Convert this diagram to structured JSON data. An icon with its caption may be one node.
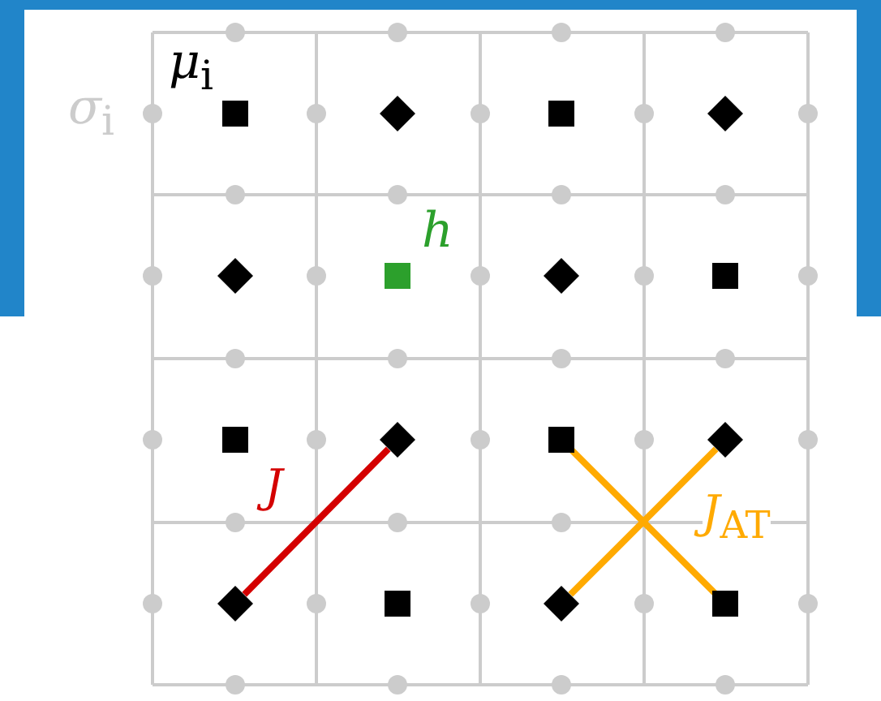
{
  "diagram": {
    "nodes": [
      {
        "text": [],
        "shape": "box"
      },
      {
        "text": [],
        "shape": "diamond"
      },
      {
        "text": [],
        "shape": "box"
      },
      {
        "text": [],
        "shape": "diamond"
      },
      {
        "text": [],
        "shape": "diamond"
      },
      {
        "text": [],
        "shape": "box",
        "beside": [
          "*h*"
        ]
      },
      {
        "text": [],
        "shape": "diamond"
      },
      {
        "text": [],
        "shape": "box"
      },
      {
        "text": [],
        "shape": "box"
      },
      {
        "text": [],
        "shape": "diamond"
      },
      {
        "text": [],
        "shape": "box"
      },
      {
        "text": [],
        "shape": "diamond"
      },
      {
        "text": [],
        "shape": "diamond"
      },
      {
        "text": [],
        "shape": "box"
      },
      {
        "text": [],
        "shape": "diamond"
      },
      {
        "text": [],
        "shape": "box"
      }
    ],
    "edges": [
      {
        "from": 12,
        "to": 9,
        "arrow": "none",
        "label": "*J*",
        "color": "#d40000"
      },
      {
        "from": 10,
        "to": 15,
        "arrow": "none",
        "label": "*J*$_{AT}$",
        "color": "#ffaa00"
      },
      {
        "from": 14,
        "to": 11,
        "arrow": "none",
        "color": "#ffaa00"
      }
    ],
    "labels": [
      "*σ*$_{i}$",
      "*μ*$_{i}$"
    ]
  }
}
